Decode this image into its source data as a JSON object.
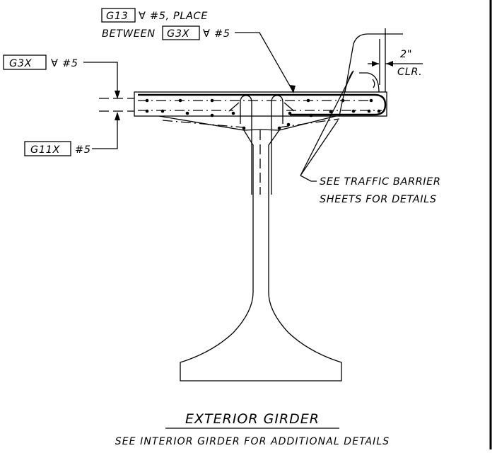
{
  "labels": {
    "g13_tag": "G13",
    "g13_text": "#5, PLACE",
    "between_text": "BETWEEN",
    "g3x_inline_tag": "G3X",
    "g3x_inline_text": "#5",
    "g3x_left_tag": "G3X",
    "g3x_left_text": "#5",
    "g11x_tag": "G11X",
    "g11x_text": "#5",
    "clear_dim": "2\"",
    "clear_text": "CLR.",
    "see_line1": "SEE TRAFFIC BARRIER",
    "see_line2": "SHEETS FOR DETAILS"
  },
  "title": "EXTERIOR GIRDER",
  "subtitle": "SEE INTERIOR GIRDER FOR ADDITIONAL DETAILS"
}
